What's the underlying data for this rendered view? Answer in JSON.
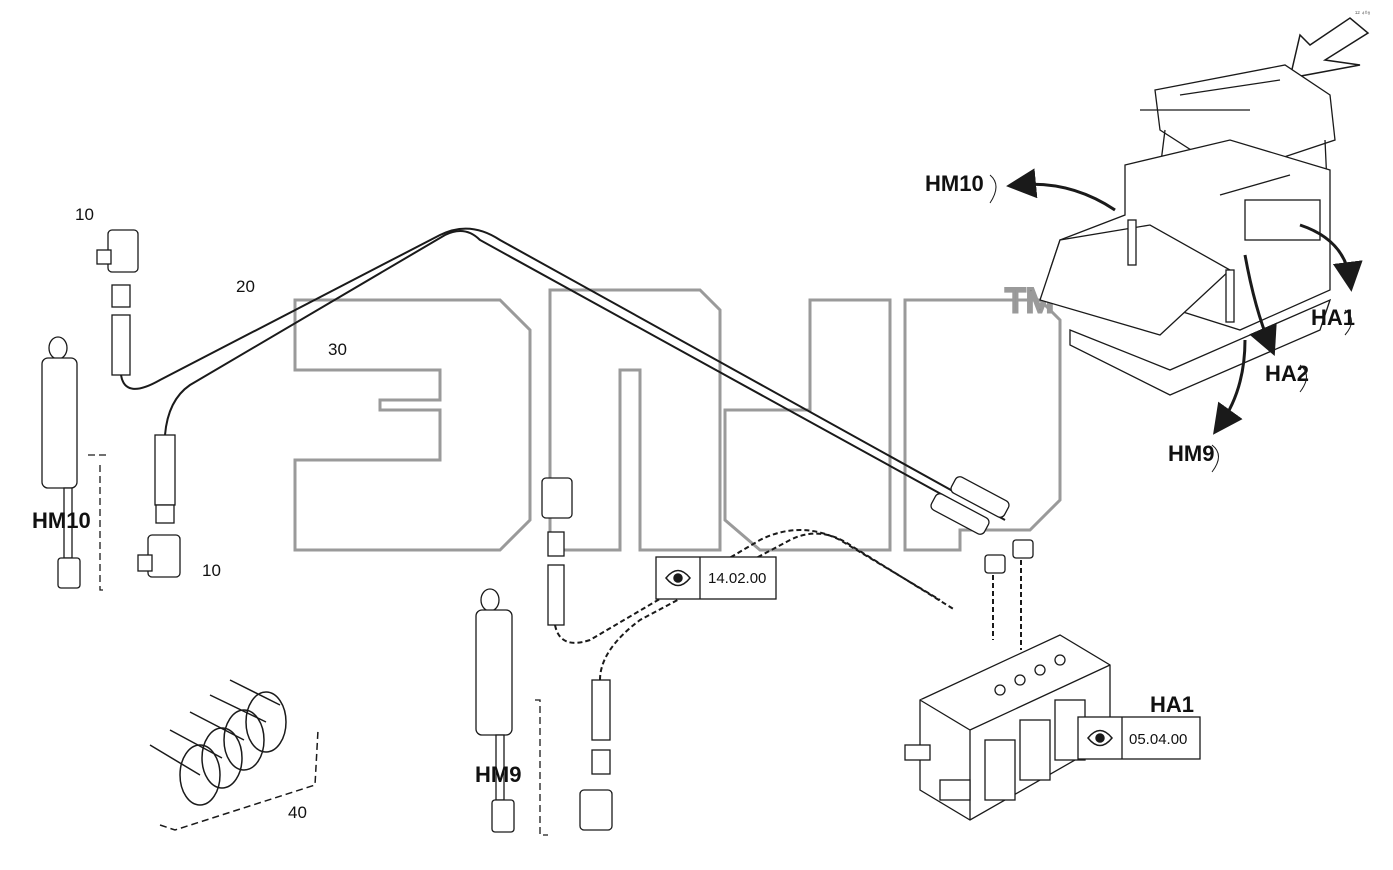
{
  "watermark": {
    "trademark": "TM"
  },
  "corner_mark": "¹² ⁴⁰⁸",
  "part_numbers": {
    "p10_top": "10",
    "p10_bottom": "10",
    "p20": "20",
    "p30": "30",
    "p40": "40"
  },
  "component_labels": {
    "hm10_left": "HM10",
    "hm9": "HM9",
    "ha1_block": "HA1",
    "hm10_machine": "HM10",
    "ha1_machine": "HA1",
    "ha2_machine": "HA2",
    "hm9_machine": "HM9"
  },
  "references": {
    "ref_center": {
      "code": "14.02.00",
      "icon": "eye-icon"
    },
    "ref_ha1": {
      "code": "05.04.00",
      "icon": "eye-icon"
    }
  },
  "colors": {
    "line": "#1a1a1a",
    "watermark": "#9a9a9a",
    "background": "#ffffff"
  }
}
